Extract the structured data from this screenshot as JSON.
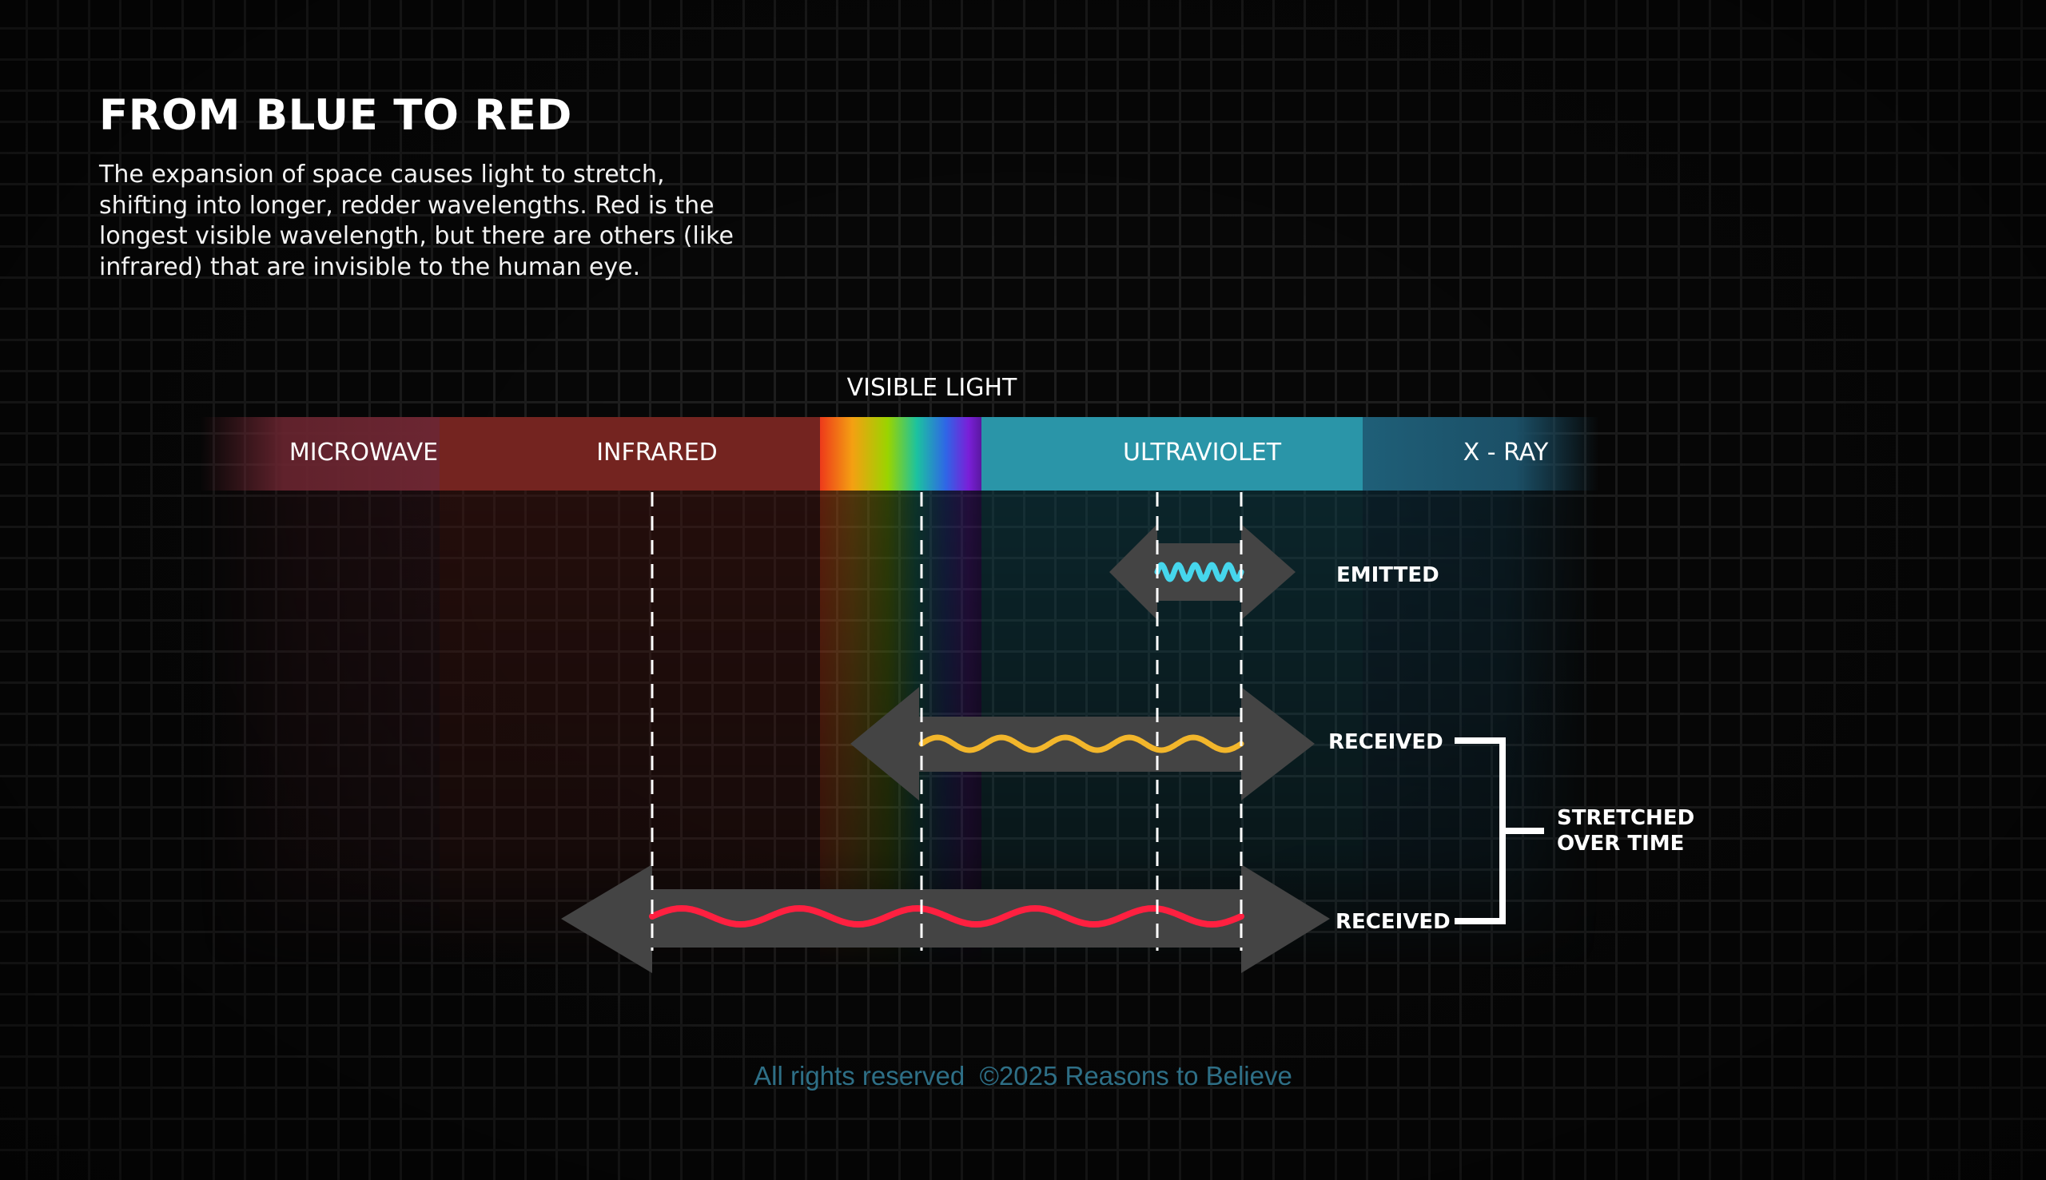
{
  "header": {
    "title": "FROM BLUE TO RED",
    "description": "The expansion of space causes light to stretch, shifting into longer, redder wavelengths. Red is the longest visible wavelength, but there are others (like infrared) that are invisible to the human eye."
  },
  "spectrum": {
    "visible_label": "VISIBLE LIGHT",
    "bands": [
      {
        "label": "MICROWAVE",
        "color": "#6a2530"
      },
      {
        "label": "INFRARED",
        "color": "#742420"
      },
      {
        "label": "",
        "color": "rainbow"
      },
      {
        "label": "ULTRAVIOLET",
        "color": "#2a95a8"
      },
      {
        "label": "X - RAY",
        "color": "#1d5870"
      }
    ]
  },
  "waves": {
    "emitted": {
      "label": "EMITTED",
      "color": "#46d6ec"
    },
    "received_1": {
      "label": "RECEIVED",
      "color": "#f2b62b"
    },
    "received_2": {
      "label": "RECEIVED",
      "color": "#ff2040"
    }
  },
  "bracket": {
    "line1": "STRETCHED",
    "line2": "OVER TIME"
  },
  "colors": {
    "background": "#070707",
    "grid": "#1d1d1d",
    "arrow_fill": "#444444",
    "footer": "#2e6f86"
  },
  "footer": {
    "text": "All rights reserved  ©2025 Reasons to Believe"
  }
}
